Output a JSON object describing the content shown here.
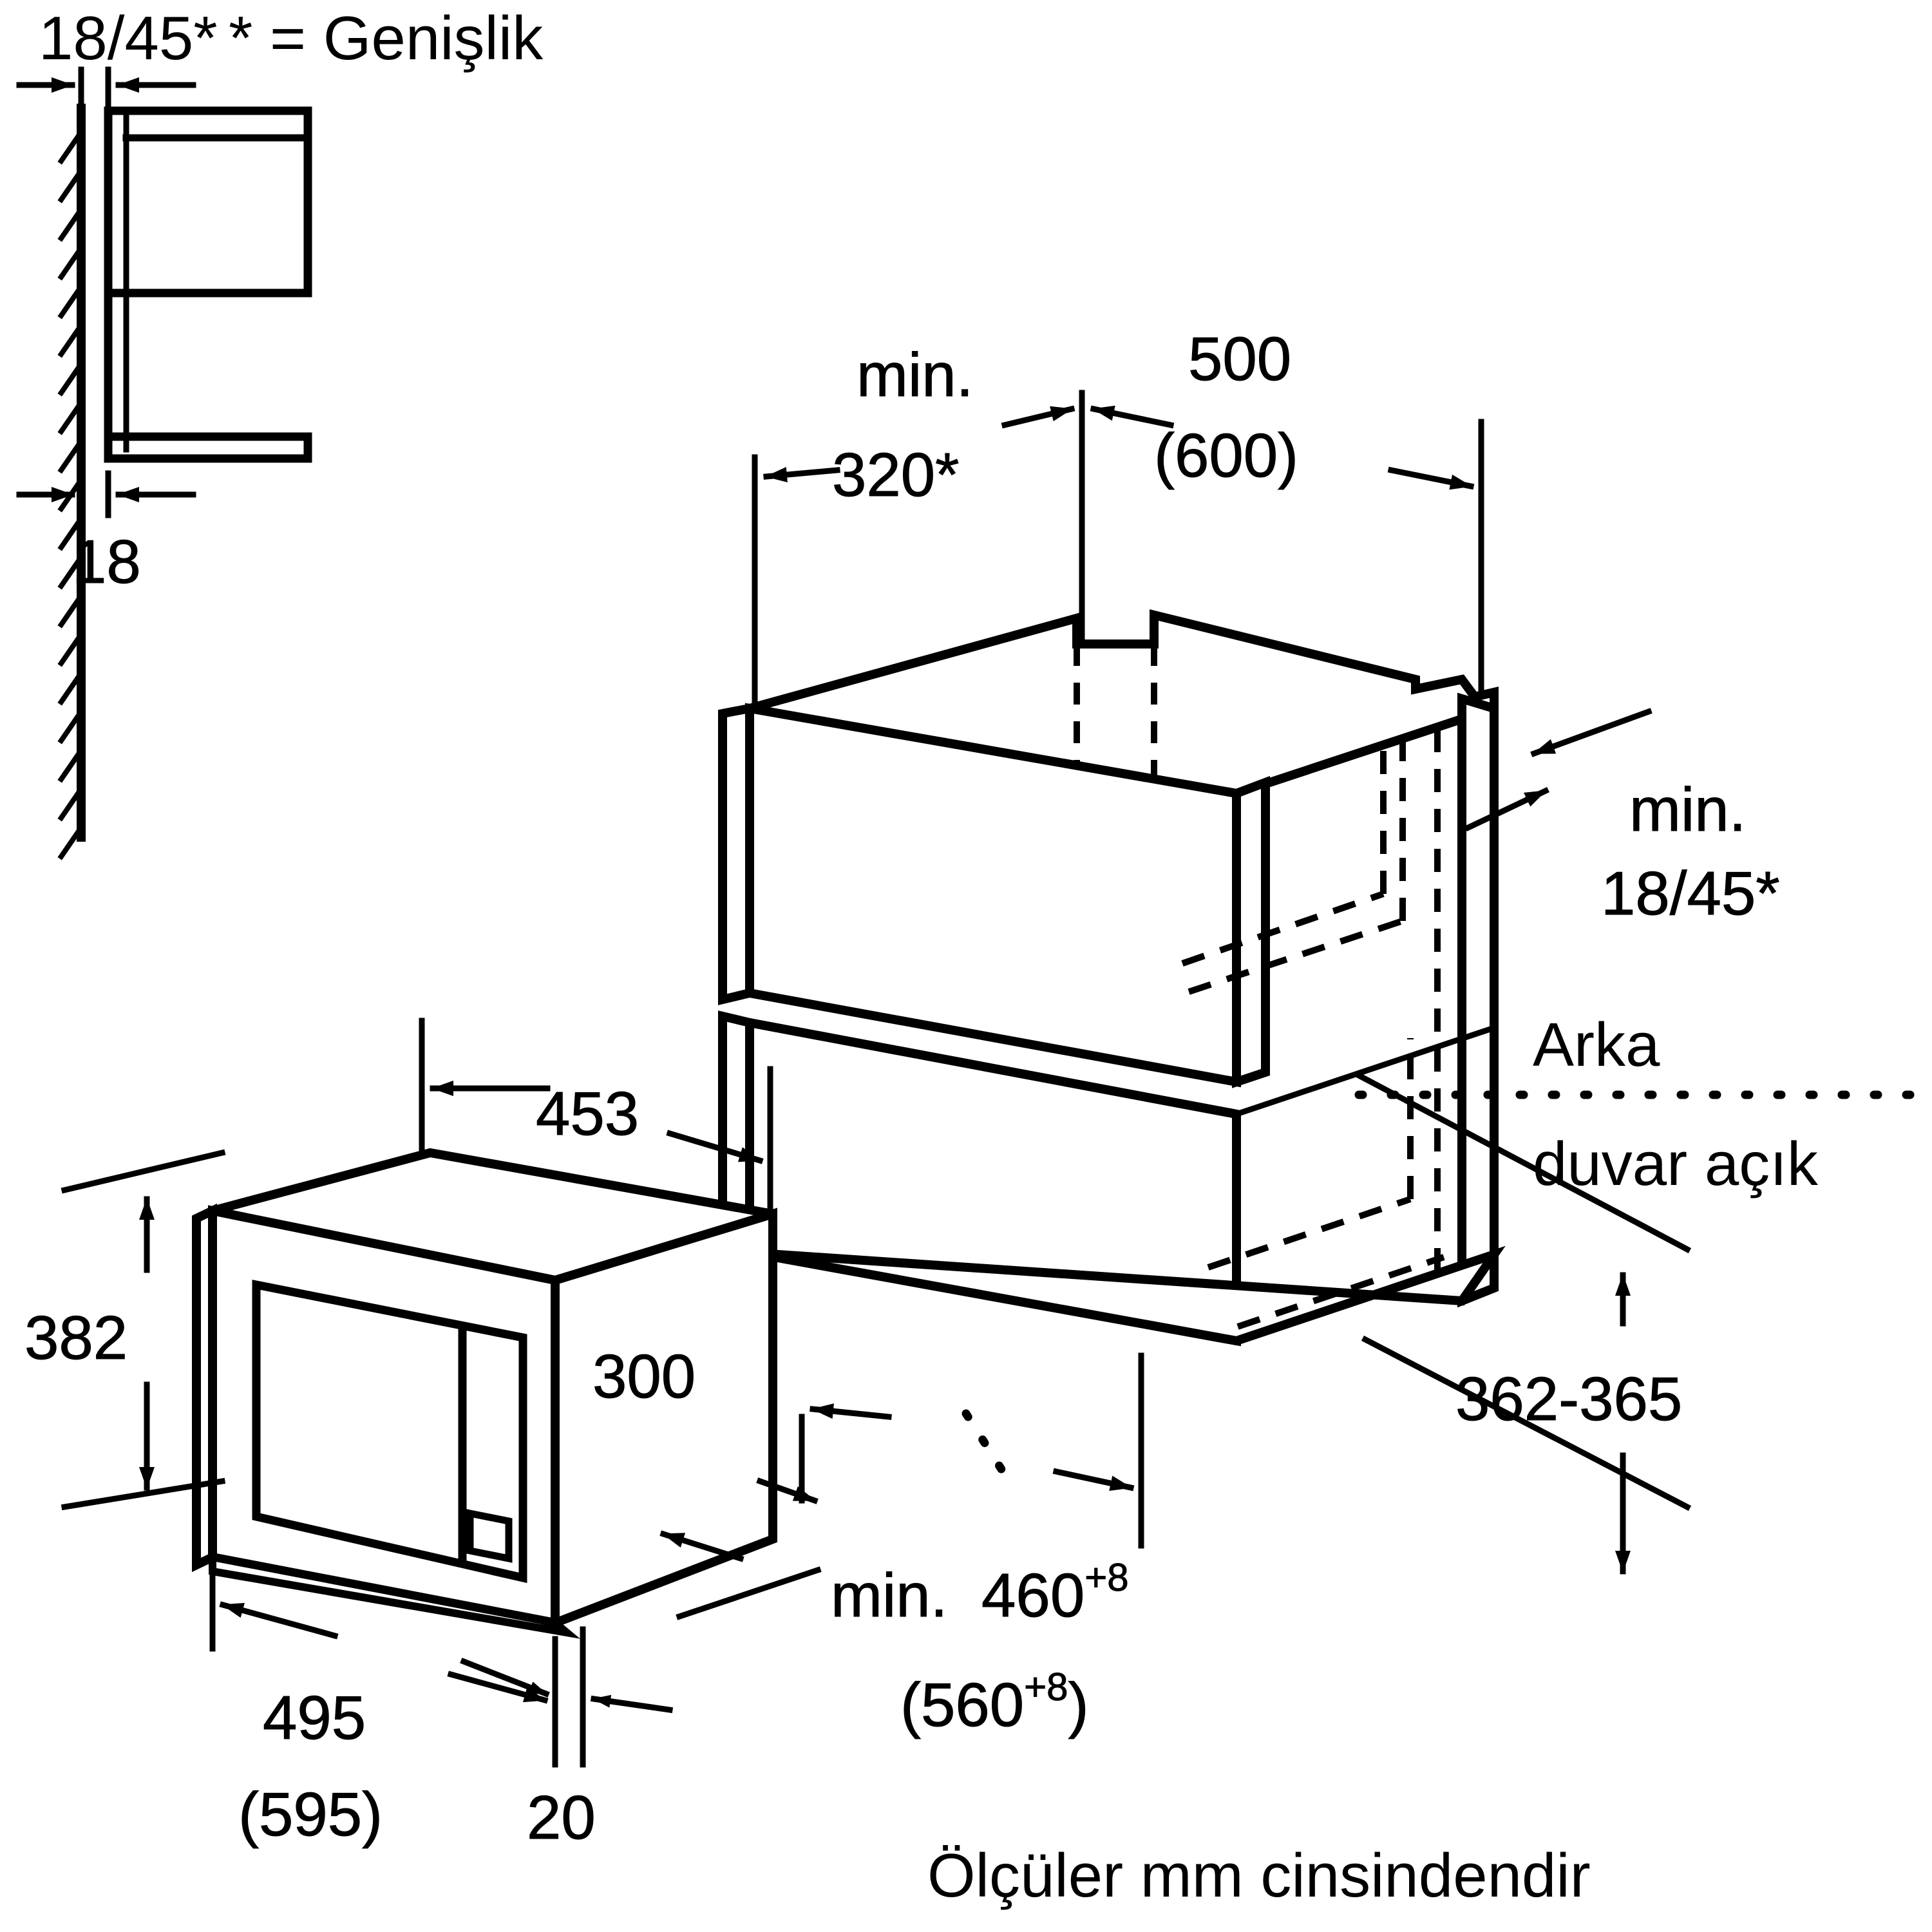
{
  "document": {
    "type": "installation-dimension-drawing",
    "language": "tr",
    "units_note": "Ölçüler mm cinsindendir",
    "stroke_color": "#000000",
    "background_color": "#ffffff"
  },
  "header": {
    "left_dimension": "18/45*",
    "legend": "* = Genişlik"
  },
  "views": {
    "plan_detail": {
      "name": "top-left-plan-view",
      "top_gap_label": "18/45*",
      "bottom_gap_label": "18"
    },
    "cabinet_3d": {
      "name": "cabinet-niche-isometric"
    },
    "appliance_3d": {
      "name": "microwave-oven-isometric"
    }
  },
  "dimensions": {
    "niche_depth_min": "min.",
    "niche_depth_min_value": "320*",
    "niche_width": "500",
    "niche_width_alt": "(600)",
    "side_clearance_min": "min.",
    "side_clearance_value": "18/45*",
    "back_wall_line1": "Arka",
    "back_wall_line2": "duvar açık",
    "niche_height": "362-365",
    "appliance_height": "382",
    "appliance_depth": "453",
    "appliance_body_height": "300",
    "appliance_width": "495",
    "appliance_width_alt": "(595)",
    "door_thickness": "20",
    "niche_depth_bottom_prefix": "min.",
    "niche_depth_bottom_value": "460",
    "niche_depth_bottom_sup": "+8",
    "niche_depth_bottom_alt_open": "(560",
    "niche_depth_bottom_alt_sup": "+8",
    "niche_depth_bottom_alt_close": ")"
  },
  "footer": {
    "units": "Ölçüler mm cinsindendir"
  }
}
